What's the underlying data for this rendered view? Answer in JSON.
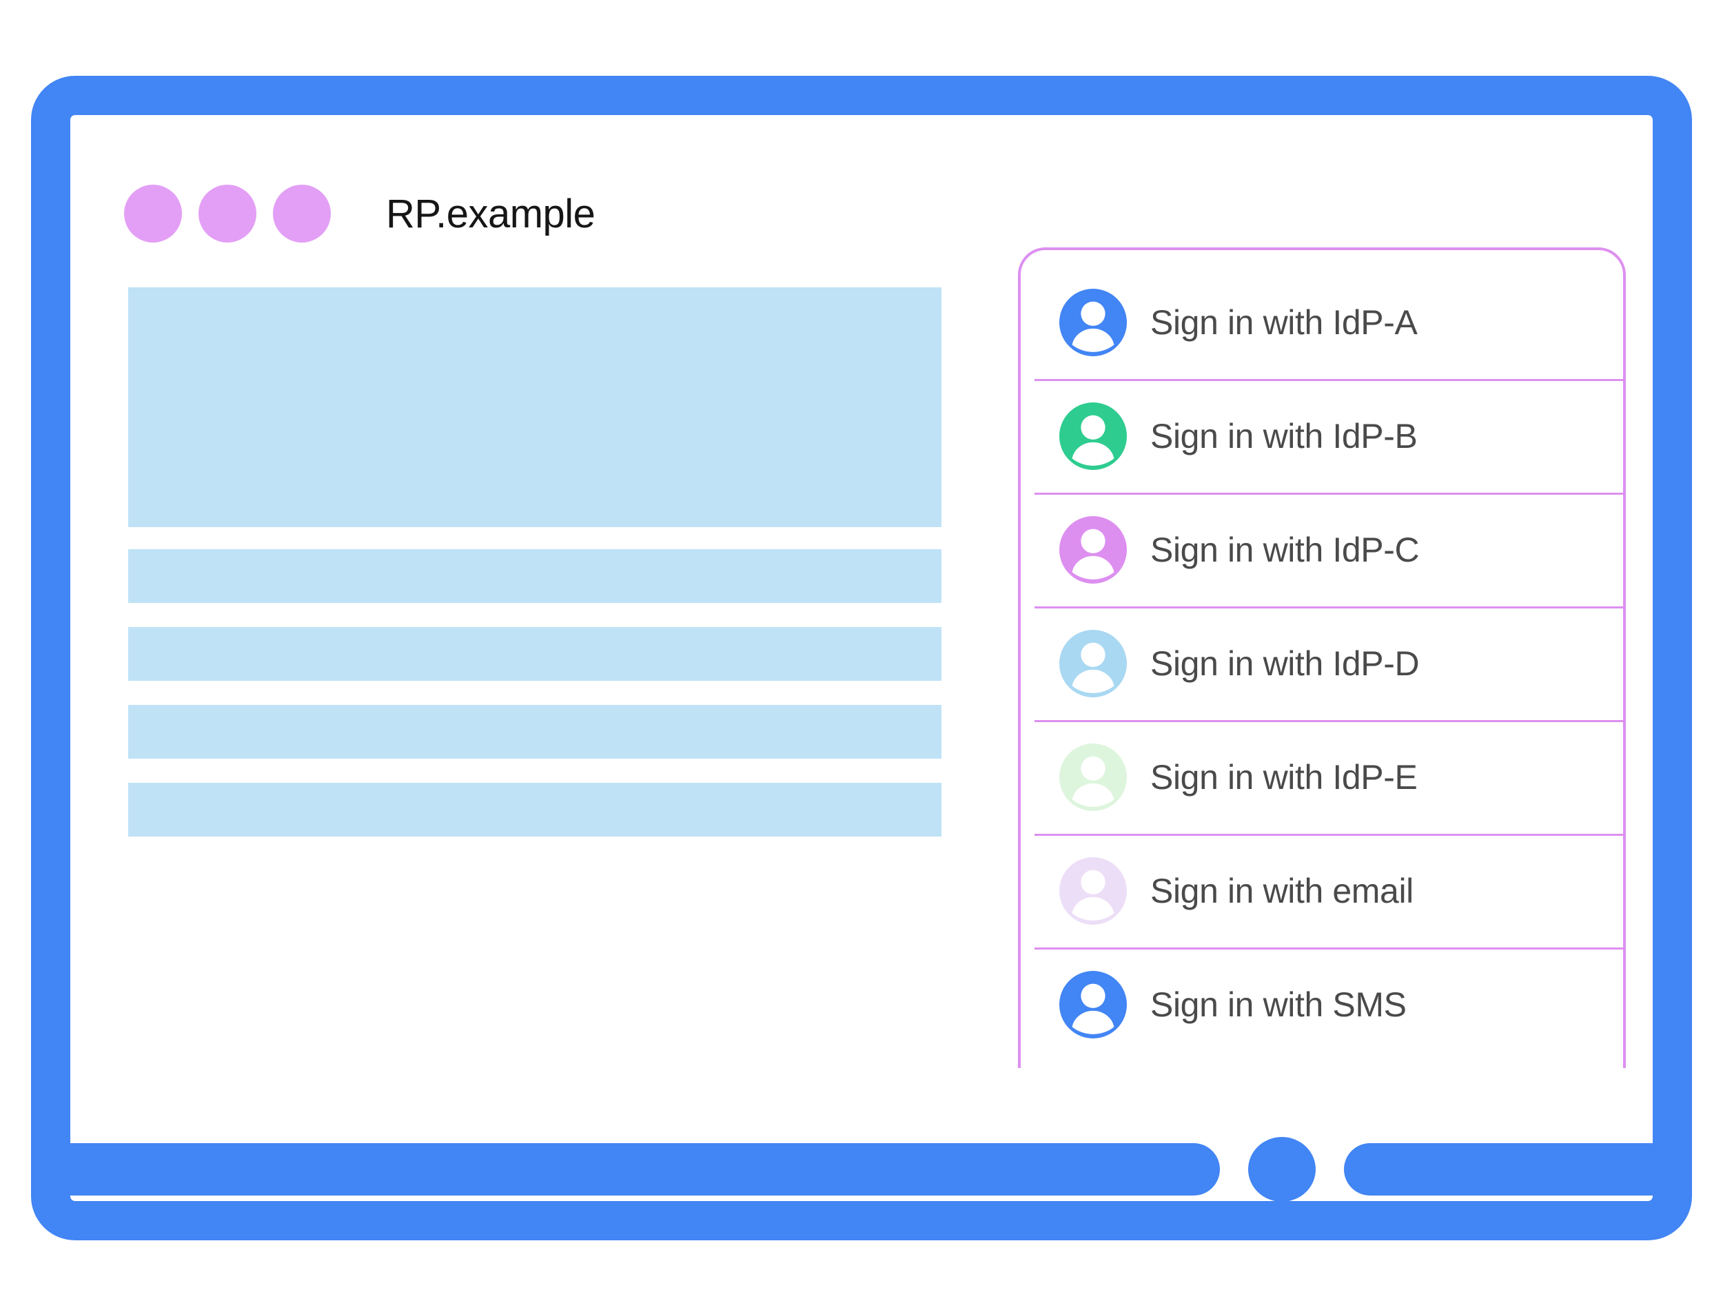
{
  "window": {
    "title": "RP.example",
    "dots": [
      "window-dot-1",
      "window-dot-2",
      "window-dot-3"
    ],
    "dot_color": "#e39ff6",
    "frame_color": "#4285f4"
  },
  "content_skeleton": {
    "block_color": "#bfe2f6",
    "blocks": [
      {
        "name": "hero-placeholder",
        "type": "hero"
      },
      {
        "name": "row-placeholder-1",
        "type": "row"
      },
      {
        "name": "row-placeholder-2",
        "type": "row"
      },
      {
        "name": "row-placeholder-3",
        "type": "row"
      },
      {
        "name": "row-placeholder-4",
        "type": "row"
      }
    ]
  },
  "signin_panel": {
    "border_color": "#dd8ff0",
    "separator_color": "#dd8ff0",
    "label_color": "#4a4a4a",
    "items": [
      {
        "label": "Sign in with IdP-A",
        "icon": "avatar-icon",
        "avatar_color": "#4285f4"
      },
      {
        "label": "Sign in with IdP-B",
        "icon": "avatar-icon",
        "avatar_color": "#2ecc8f"
      },
      {
        "label": "Sign in with IdP-C",
        "icon": "avatar-icon",
        "avatar_color": "#dd8ff0"
      },
      {
        "label": "Sign in with IdP-D",
        "icon": "avatar-icon",
        "avatar_color": "#a9d8f2"
      },
      {
        "label": "Sign in with IdP-E",
        "icon": "avatar-icon",
        "avatar_color": "#ddf5dd"
      },
      {
        "label": "Sign in with email",
        "icon": "avatar-icon",
        "avatar_color": "#eddef7"
      },
      {
        "label": "Sign in with SMS",
        "icon": "avatar-icon",
        "avatar_color": "#4285f4"
      }
    ]
  }
}
